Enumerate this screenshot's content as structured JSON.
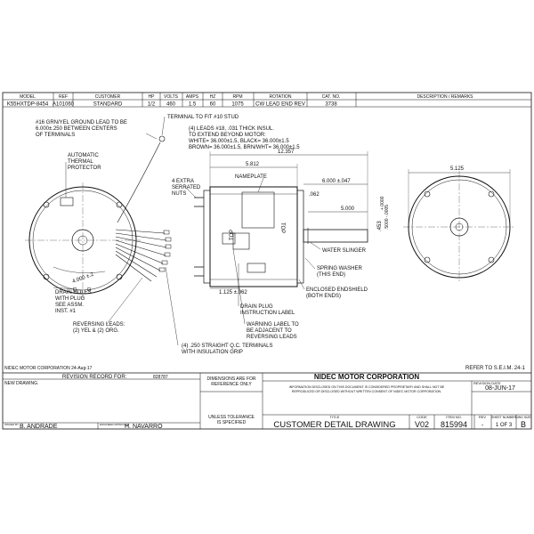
{
  "spec_table": {
    "headers": [
      "MODEL",
      "REF",
      "CUSTOMER",
      "HP",
      "VOLTS",
      "AMPS",
      "HZ",
      "RPM",
      "ROTATION",
      "CAT. NO.",
      "DESCRIPTION / REMARKS"
    ],
    "row": [
      "K55HXTDP-8454",
      "A101060",
      "STANDARD",
      "1/2",
      "460",
      "1.5",
      "60",
      "1075",
      "CW LEAD END REV",
      "3738",
      ""
    ]
  },
  "notes": {
    "ground_lead_1": "#16 GRN/YEL GROUND LEAD TO BE",
    "ground_lead_2": "6.000±.250 BETWEEN CENTERS",
    "ground_lead_3": "OF TERMINALS",
    "terminal_stud": "TERMINAL TO FIT #10 STUD",
    "leads_1": "(4) LEADS #18, .031 THICK INSUL.",
    "leads_2": "TO EXTEND BEYOND MOTOR:",
    "leads_3": "WHITE= 36.000±1.5, BLACK= 36.000±1.5",
    "leads_4": "BROWN= 36.000±1.5, BRN/WHT= 36.000±1.5",
    "auto_1": "AUTOMATIC",
    "auto_2": "THERMAL",
    "auto_3": "PROTECTOR",
    "nuts_1": "4 EXTRA",
    "nuts_2": "SERRATED",
    "nuts_3": "NUTS",
    "nameplate": "NAMEPLATE",
    "drain_1": "DRAIN HOLES",
    "drain_2": "WITH PLUG",
    "drain_3": "SEE ASSM.",
    "drain_4": "INST. #1",
    "rev_1": "REVERSING LEADS:",
    "rev_2": "(2) YEL & (2) ORG.",
    "water": "WATER SLINGER",
    "spring_1": "SPRING WASHER",
    "spring_2": "(THIS END)",
    "enclosed_1": "ENCLOSED ENDSHIELD",
    "enclosed_2": "(BOTH ENDS)",
    "dplug_1": "DRAIN PLUG",
    "dplug_2": "INSTRUCTION LABEL",
    "warn_1": "WARNING LABEL TO",
    "warn_2": "BE ADJACENT TO",
    "warn_3": "REVERSING LEADS",
    "qc_1": "(4) .250 STRAIGHT Q.C. TERMINALS",
    "qc_2": "WITH INSULATION GRIP",
    "top_label": "TOP"
  },
  "dimensions": {
    "overall": "12.357",
    "body": "5.812",
    "d6000": "6.000 ±.047",
    "d062": ".062",
    "d5000": "5.000",
    "d453": ".453",
    "shaft_dia": ".5000 -.0005",
    "shaft_tol": "+.0000",
    "d1125": "1.125 ±.062",
    "dia5125": "5.125",
    "bolt_circle": "4.000 ±.2"
  },
  "footer": {
    "corp_date": "NIDEC MOTOR CORPORATION 24-Aug-17",
    "refer": "REFER TO S.E.I.M. 24-1",
    "revision_record": "REVISION RECORD FOR:",
    "record_no": "828787",
    "new_drawing": "NEW DRAWING.",
    "issued_by_label": "ISSUED BY",
    "issued_by": "B. ANDRADE",
    "engineer_label": "ENGINEER APPROVED",
    "engineer": "H. NAVARRO",
    "dim_ref_1": "DIMENSIONS ARE FOR",
    "dim_ref_2": "REFERENCE ONLY",
    "tol_1": "UNLESS TOLERANCE",
    "tol_2": "IS SPECIFIED",
    "company": "NIDEC MOTOR CORPORATION",
    "prop_1": "INFORMATION DISCLOSED ON THIS DOCUMENT IS CONSIDERED PROPRIETARY AND SHALL NOT BE",
    "prop_2": "REPRODUCED OR DISCLOSED WITHOUT WRITTEN CONSENT OF NIDEC MOTOR CORPORATION.",
    "revision_date_label": "REVISION DATE",
    "revision_date": "08-JUN-17",
    "title_label": "TITLE",
    "title": "CUSTOMER DETAIL DRAWING",
    "code_label": "CODE",
    "code": "V02",
    "item_label": "ITEM NO.",
    "item_no": "815994",
    "rev_label": "REV",
    "rev": "-",
    "sheet_label": "SHEET NUMBER",
    "sheet": "1 OF 3",
    "dwg_label": "DWG SIZE",
    "dwg": "B"
  }
}
